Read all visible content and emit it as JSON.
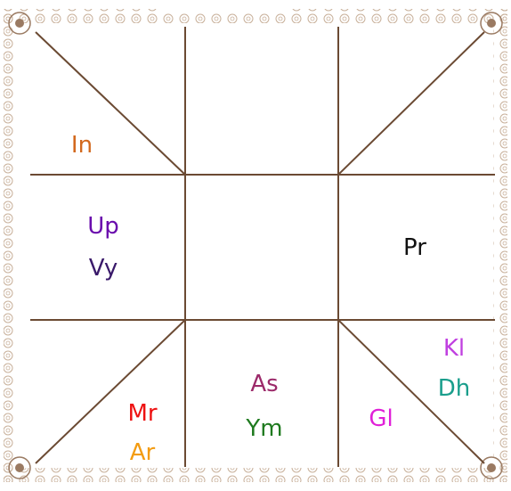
{
  "title": {
    "text": "",
    "color": "#8b1a4a"
  },
  "colors": {
    "grid_lines": "#6b4a33",
    "frame": "#b89a82"
  },
  "houses": {
    "top_left": [
      {
        "label": "In",
        "color": "#d2691e"
      }
    ],
    "left": [
      {
        "label": "Up",
        "color": "#6a0dad"
      },
      {
        "label": "Vy",
        "color": "#3a1a6a"
      }
    ],
    "right": [
      {
        "label": "Pr",
        "color": "#111111"
      }
    ],
    "bottom_left": [
      {
        "label": "Mr",
        "color": "#ee1111"
      },
      {
        "label": "Ar",
        "color": "#f39c12"
      }
    ],
    "bottom": [
      {
        "label": "As",
        "color": "#9c2a6a"
      },
      {
        "label": "Ym",
        "color": "#1f7a1f"
      }
    ],
    "bottom_right_left": [
      {
        "label": "Gl",
        "color": "#e020d8"
      }
    ],
    "bottom_right_right": [
      {
        "label": "Kl",
        "color": "#c040e0"
      },
      {
        "label": "Dh",
        "color": "#1a9e8c"
      }
    ]
  }
}
